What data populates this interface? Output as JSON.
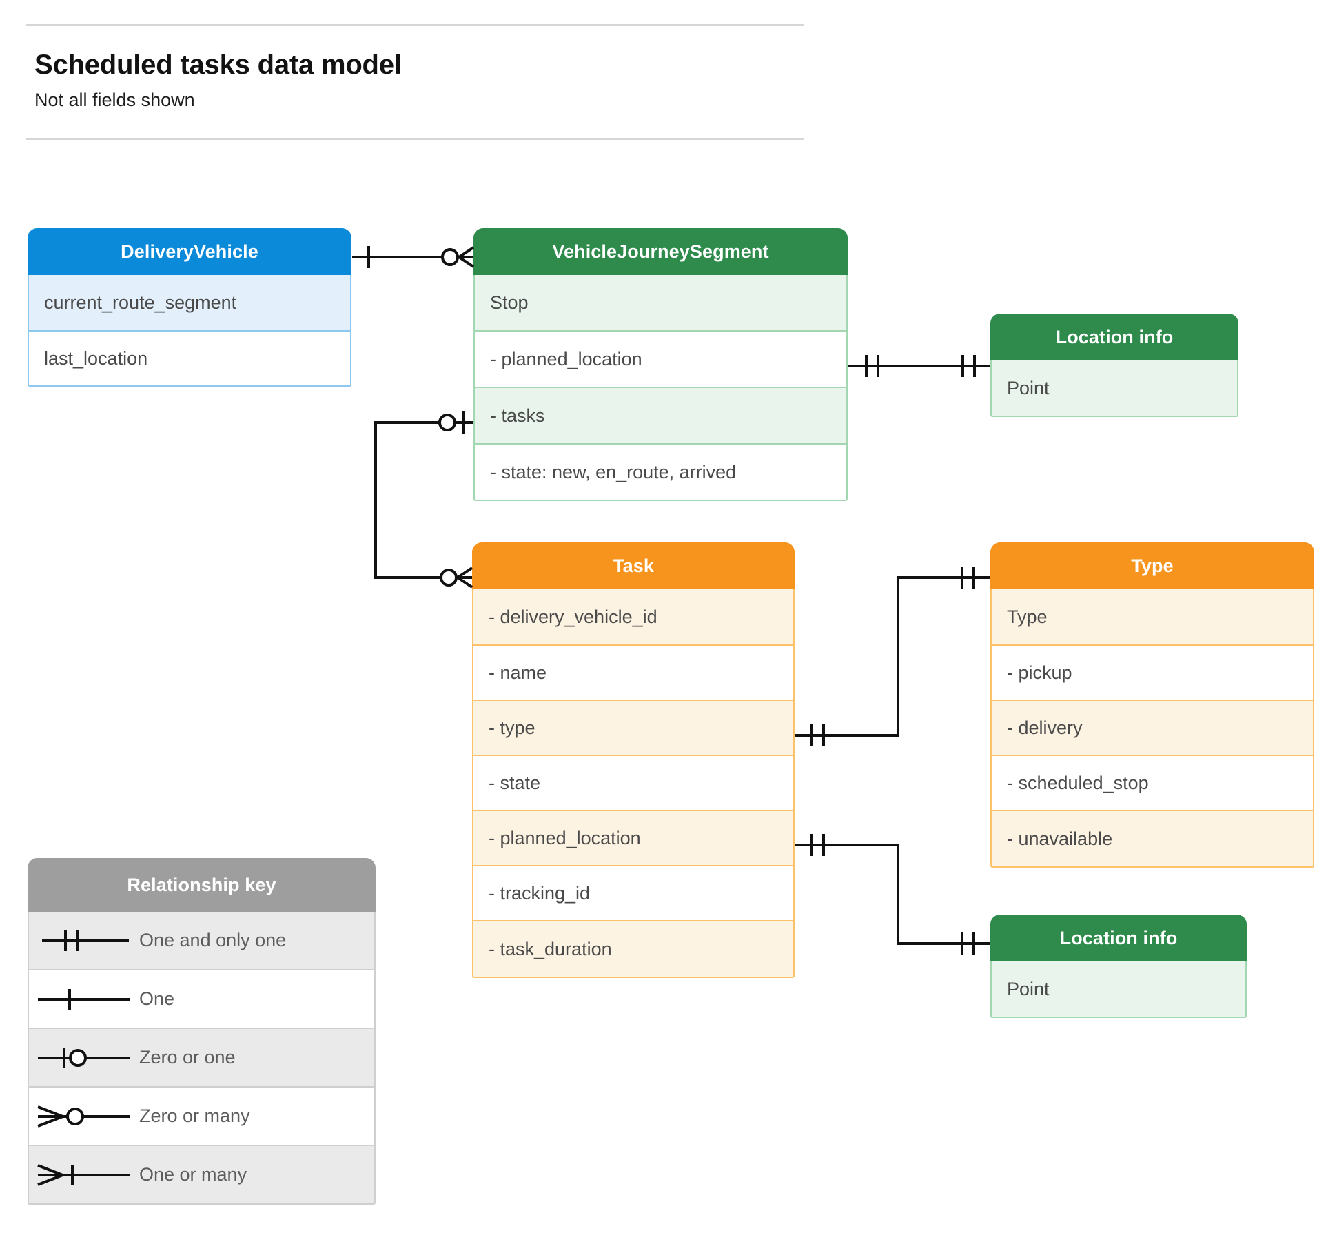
{
  "header": {
    "title": "Scheduled tasks data model",
    "subtitle": "Not all fields shown"
  },
  "colors": {
    "blue": "#0b8ad9",
    "blue_row": "#e3f0fb",
    "blue_border": "#8dc9ef",
    "green": "#2e8b4c",
    "green_row": "#e8f4ec",
    "green_border": "#a3d7b2",
    "orange": "#f7941d",
    "orange_row": "#fdf3e2",
    "orange_border": "#fbc26a",
    "grey": "#9e9e9e",
    "grey_row": "#eaeaea",
    "grey_border": "#cfcfcf",
    "line": "#111111",
    "rule": "#d6d6d6",
    "text": "#4a4a4a"
  },
  "entities": {
    "delivery_vehicle": {
      "title": "DeliveryVehicle",
      "rows": [
        {
          "text": "current_route_segment"
        },
        {
          "text": "last_location"
        }
      ]
    },
    "vehicle_journey_segment": {
      "title": "VehicleJourneySegment",
      "rows": [
        {
          "text": "Stop"
        },
        {
          "text": "-  planned_location"
        },
        {
          "text": "- tasks"
        },
        {
          "text": "- state: new, en_route, arrived"
        }
      ]
    },
    "location_info_top": {
      "title": "Location info",
      "rows": [
        {
          "text": "Point"
        }
      ]
    },
    "location_info_bottom": {
      "title": "Location info",
      "rows": [
        {
          "text": "Point"
        }
      ]
    },
    "task": {
      "title": "Task",
      "rows": [
        {
          "text": "- delivery_vehicle_id"
        },
        {
          "text": "- name"
        },
        {
          "text": "- type"
        },
        {
          "text": "- state"
        },
        {
          "text": "- planned_location"
        },
        {
          "text": "- tracking_id"
        },
        {
          "text": "- task_duration"
        }
      ]
    },
    "type": {
      "title": "Type",
      "rows": [
        {
          "text": "Type"
        },
        {
          "text": "-  pickup"
        },
        {
          "text": "-  delivery"
        },
        {
          "text": "-  scheduled_stop"
        },
        {
          "text": "-  unavailable"
        }
      ]
    }
  },
  "legend": {
    "title": "Relationship key",
    "items": [
      {
        "symbol": "one-and-only-one-icon",
        "label": "One and only one"
      },
      {
        "symbol": "one-icon",
        "label": "One"
      },
      {
        "symbol": "zero-or-one-icon",
        "label": "Zero or one"
      },
      {
        "symbol": "zero-or-many-icon",
        "label": "Zero or many"
      },
      {
        "symbol": "one-or-many-icon",
        "label": "One or many"
      }
    ]
  },
  "relationships": [
    {
      "id": "deliveryvehicle-to-vehiclejourneysegment",
      "from": "DeliveryVehicle",
      "to": "VehicleJourneySegment",
      "from_cardinality": "One",
      "to_cardinality": "Zero or many"
    },
    {
      "id": "vehiclejourneysegment-planned_location-to-location-info",
      "from": "VehicleJourneySegment.planned_location",
      "to": "Location info",
      "from_cardinality": "One and only one",
      "to_cardinality": "One and only one"
    },
    {
      "id": "vehiclejourneysegment-tasks-to-task",
      "from": "VehicleJourneySegment.tasks",
      "to": "Task",
      "from_cardinality": "Zero or one",
      "to_cardinality": "Zero or many"
    },
    {
      "id": "task-type-to-type",
      "from": "Task.type",
      "to": "Type",
      "from_cardinality": "One and only one",
      "to_cardinality": "One and only one"
    },
    {
      "id": "task-planned_location-to-location-info",
      "from": "Task.planned_location",
      "to": "Location info",
      "from_cardinality": "One and only one",
      "to_cardinality": "One and only one"
    }
  ]
}
